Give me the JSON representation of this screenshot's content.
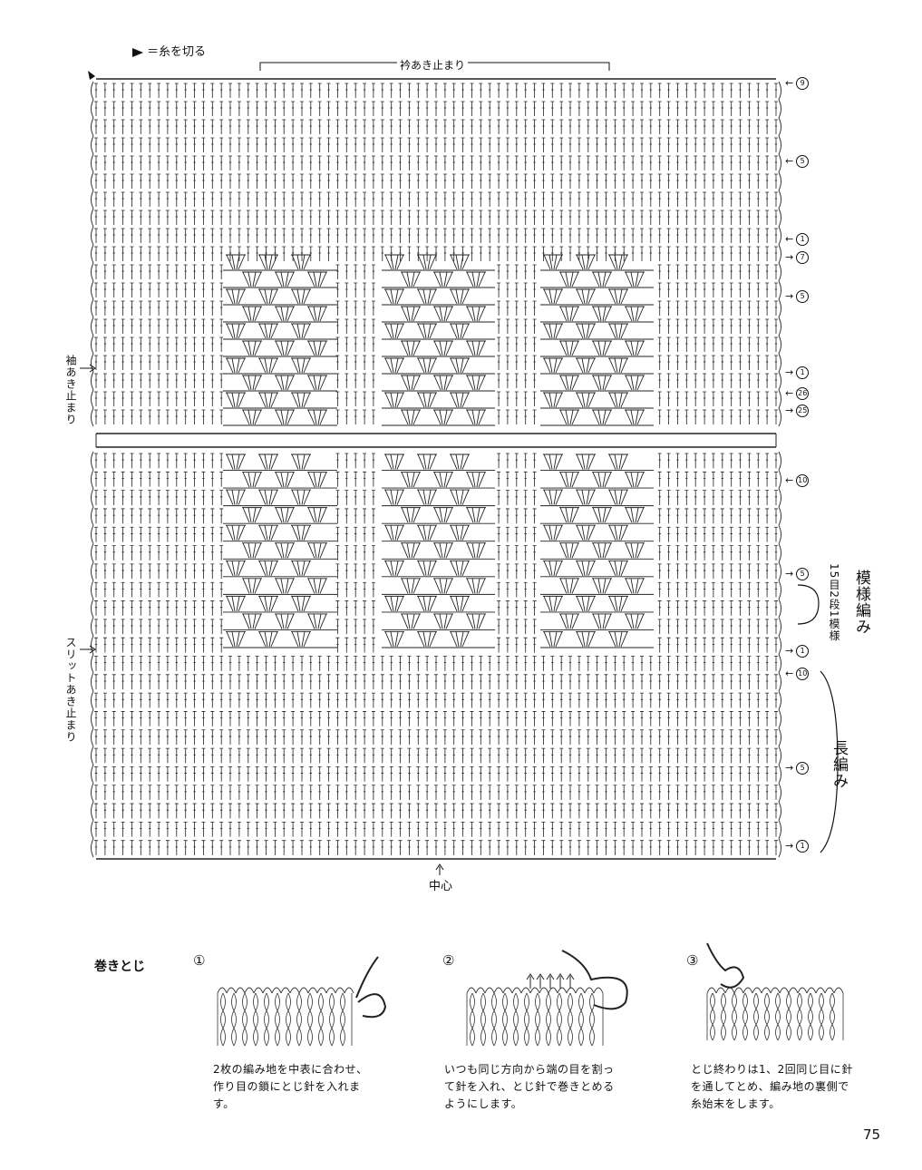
{
  "legend": {
    "icon": "triangle-icon",
    "text": "＝糸を切る"
  },
  "chart": {
    "top_label": "衿あき止まり",
    "sleeve_label": "袖あき止まり",
    "slit_label": "スリットあき止まり",
    "center_label": "中心",
    "row_markers": [
      {
        "arrow": "←",
        "num": "9"
      },
      {
        "arrow": "←",
        "num": "5"
      },
      {
        "arrow": "←",
        "num": "1"
      },
      {
        "arrow": "→",
        "num": "7"
      },
      {
        "arrow": "→",
        "num": "5"
      },
      {
        "arrow": "→",
        "num": "1"
      },
      {
        "arrow": "←",
        "num": "26"
      },
      {
        "arrow": "→",
        "num": "25"
      },
      {
        "arrow": "←",
        "num": "10"
      },
      {
        "arrow": "→",
        "num": "5"
      },
      {
        "arrow": "→",
        "num": "1"
      },
      {
        "arrow": "←",
        "num": "10"
      },
      {
        "arrow": "→",
        "num": "5"
      },
      {
        "arrow": "→",
        "num": "1"
      }
    ],
    "pattern_label": "模様編み",
    "pattern_sub": "15目2段1模様",
    "dc_label": "長編み"
  },
  "section": {
    "title": "巻きとじ",
    "steps": [
      {
        "num": "①",
        "text": "2枚の編み地を中表に合わせ、作り目の鎖にとじ針を入れます。"
      },
      {
        "num": "②",
        "text": "いつも同じ方向から端の目を割って針を入れ、とじ針で巻きとめるようにします。"
      },
      {
        "num": "③",
        "text": "とじ終わりは1、2回同じ目に針を通してとめ、編み地の裏側で糸始末をします。"
      }
    ]
  },
  "page_number": "75"
}
